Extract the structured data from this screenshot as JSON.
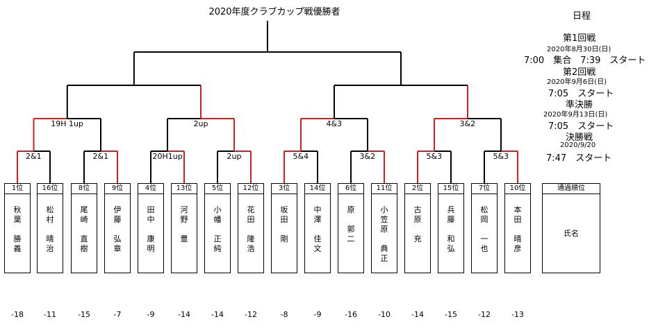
{
  "title": "2020年度クラブカップ戦優勝者",
  "schedule": {
    "heading": "日程",
    "r1_label": "第1回戦",
    "r1_date": "2020年8月30日(日)",
    "r1_time": "7:00　集合　7:39　スタート",
    "r2_label": "第2回戦",
    "r2_date": "2020年9月6日(日)",
    "r2_time": "7:05　スタート",
    "sf_label": "準決勝",
    "sf_date": "2020年9月13日(日)",
    "sf_time": "7:05　スタート",
    "final_label": "決勝戦",
    "final_date": "2020/9/20",
    "final_time": "7:47　スタート"
  },
  "players": [
    {
      "rank": "1位",
      "name": [
        "秋",
        "葉",
        "",
        "勝",
        "義"
      ],
      "score": "-18"
    },
    {
      "rank": "16位",
      "name": [
        "松",
        "村",
        "",
        "晴",
        "治"
      ],
      "score": "-11"
    },
    {
      "rank": "8位",
      "name": [
        "尾",
        "崎",
        "",
        "直",
        "樹"
      ],
      "score": "-15"
    },
    {
      "rank": "9位",
      "name": [
        "伊",
        "藤",
        "",
        "弘",
        "章"
      ],
      "score": "-7"
    },
    {
      "rank": "4位",
      "name": [
        "田",
        "中",
        "",
        "康",
        "明"
      ],
      "score": "-9"
    },
    {
      "rank": "13位",
      "name": [
        "河",
        "野",
        "",
        "豊"
      ],
      "score": "-14"
    },
    {
      "rank": "5位",
      "name": [
        "小",
        "幡",
        "",
        "正",
        "純"
      ],
      "score": "-14"
    },
    {
      "rank": "12位",
      "name": [
        "花",
        "田",
        "",
        "隆",
        "浩"
      ],
      "score": "-12"
    },
    {
      "rank": "3位",
      "name": [
        "坂",
        "田",
        "",
        "剛"
      ],
      "score": "-8"
    },
    {
      "rank": "14位",
      "name": [
        "中",
        "澤",
        "",
        "佳",
        "文"
      ],
      "score": "-9"
    },
    {
      "rank": "6位",
      "name": [
        "原",
        "",
        "郭",
        "二"
      ],
      "score": "-16"
    },
    {
      "rank": "11位",
      "name": [
        "小",
        "笠",
        "原",
        "",
        "典",
        "正"
      ],
      "score": "-10"
    },
    {
      "rank": "2位",
      "name": [
        "古",
        "原",
        "",
        "充"
      ],
      "score": "-14"
    },
    {
      "rank": "15位",
      "name": [
        "兵",
        "藤",
        "",
        "和",
        "弘"
      ],
      "score": "-15"
    },
    {
      "rank": "7位",
      "name": [
        "松",
        "岡",
        "",
        "一",
        "也"
      ],
      "score": "-12"
    },
    {
      "rank": "10位",
      "name": [
        "本",
        "田",
        "",
        "晴",
        "彦"
      ],
      "score": "-13"
    }
  ],
  "r1_results": [
    "2&1",
    "2&1",
    "20H1up",
    "2up",
    "5&4",
    "3&2",
    "5&3",
    "5&3"
  ],
  "r2_results": [
    "19H 1up",
    "2up",
    "4&3",
    "3&2"
  ],
  "legend": {
    "header": "通過順位",
    "body": "氏名"
  },
  "colors": {
    "win": "#d21e1e",
    "lose": "#000000"
  }
}
